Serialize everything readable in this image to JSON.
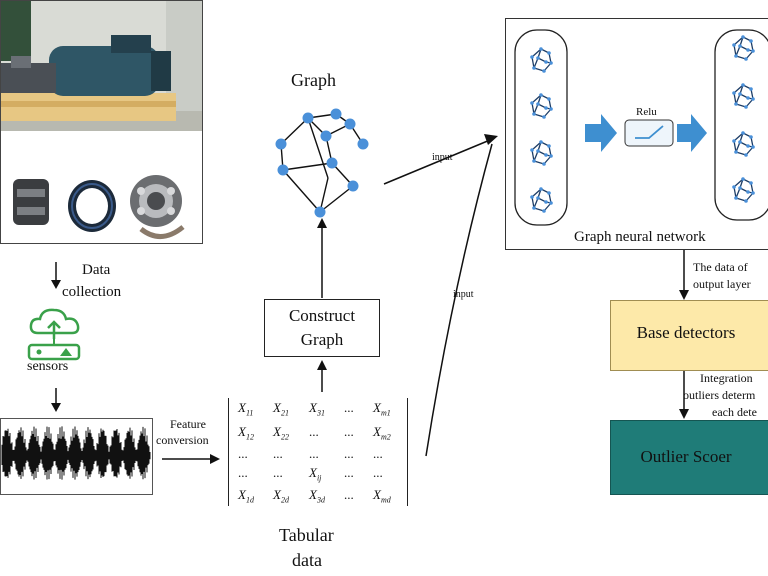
{
  "labels": {
    "data_collection_line1": "Data",
    "data_collection_line2": "collection",
    "sensors": "sensors",
    "graph_title": "Graph",
    "construct_graph_line1": "Construct",
    "construct_graph_line2": "Graph",
    "input_upper": "input",
    "input_lower": "input",
    "feature_conversion_line1": "Feature",
    "feature_conversion_line2": "conversion",
    "tabular_line1": "Tabular",
    "tabular_line2": "data",
    "relu": "Relu",
    "gnn_caption": "Graph neural network",
    "output_layer_line1": "The data of",
    "output_layer_line2": "output layer",
    "base_detectors": "Base detectors",
    "integration_line1": "Integration",
    "integration_line2": "outliers determ",
    "integration_line3": "each dete",
    "outlier_scorer": "Outlier Scoer"
  },
  "matrix": {
    "rows": [
      [
        "X11",
        "X21",
        "X31",
        "...",
        "Xm1"
      ],
      [
        "X12",
        "X22",
        "...",
        "...",
        "Xm2"
      ],
      [
        "...",
        "...",
        "...",
        "...",
        "..."
      ],
      [
        "...",
        "...",
        "Xij",
        "...",
        "..."
      ],
      [
        "X1d",
        "X2d",
        "X3d",
        "...",
        "Xmd"
      ]
    ]
  },
  "colors": {
    "node": "#4a90d9",
    "arrow_blue": "#3e8fd0",
    "base_detectors_fill": "#fde9a9",
    "outlier_fill": "#1f7c78",
    "sensor_green": "#3aa14a"
  },
  "icons": [
    "cloud-upload-icon",
    "sensor-device-icon"
  ]
}
